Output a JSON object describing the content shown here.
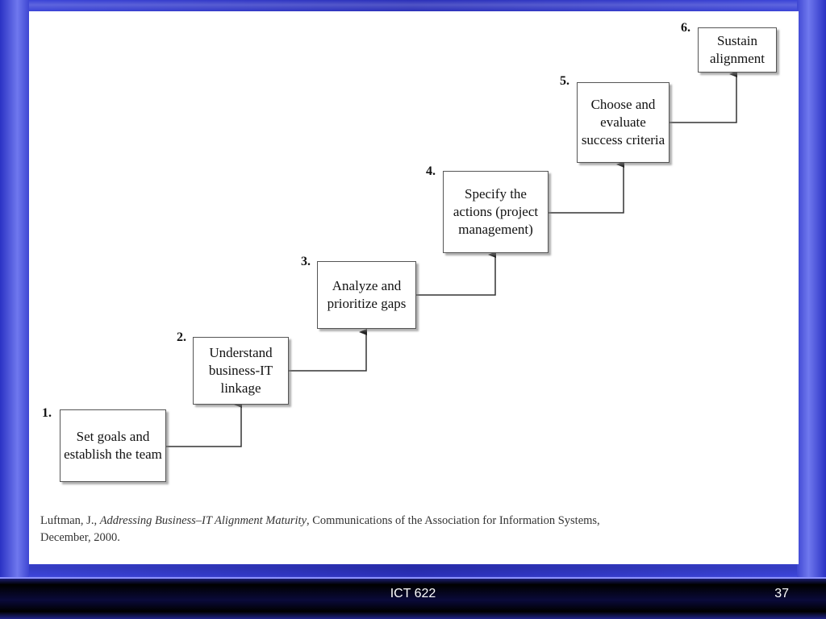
{
  "steps": [
    {
      "number": "1.",
      "label": "Set goals and establish the team"
    },
    {
      "number": "2.",
      "label": "Understand business-IT linkage"
    },
    {
      "number": "3.",
      "label": "Analyze and prioritize gaps"
    },
    {
      "number": "4.",
      "label": "Specify the actions (project management)"
    },
    {
      "number": "5.",
      "label": "Choose and evaluate success criteria"
    },
    {
      "number": "6.",
      "label": "Sustain alignment"
    }
  ],
  "citation": {
    "author": "Luftman, J.,",
    "title": "Addressing Business–IT Alignment Maturity",
    "source": ", Communications of the Association for Information Systems,",
    "date": "December, 2000."
  },
  "footer": {
    "course": "ICT 622",
    "page": "37"
  }
}
